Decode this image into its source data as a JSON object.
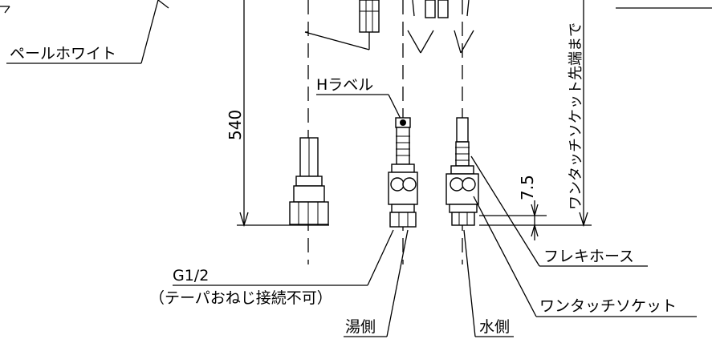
{
  "labels": {
    "pale_white": "ペールホワイト",
    "h_label": "Hラベル",
    "dim_540": "540",
    "dim_75": "7.5",
    "onetouch_tip": "ワンタッチソケット先端まで",
    "flex_hose": "フレキホース",
    "onetouch_socket": "ワンタッチソケット",
    "g12": "G1/2",
    "taper_note": "（テーパおねじ接続不可）",
    "hot_side": "湯側",
    "water_side": "水側"
  }
}
